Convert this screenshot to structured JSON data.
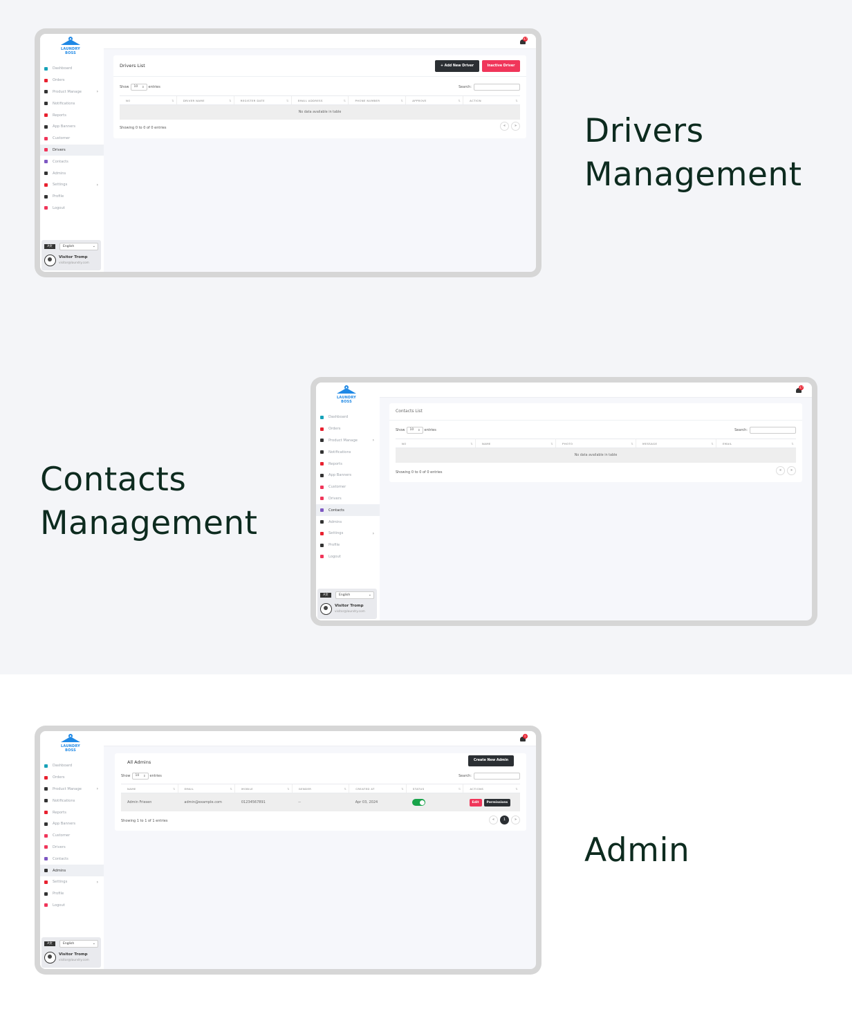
{
  "headings": {
    "drivers": [
      "Drivers",
      "Management"
    ],
    "contacts": [
      "Contacts",
      "Management"
    ],
    "admin": [
      "Admin"
    ]
  },
  "brand": {
    "logo_text": "LAUNDRY BOSS"
  },
  "notifications": {
    "count": "47",
    "count_admin": "0"
  },
  "sidebar": {
    "items": [
      {
        "label": "Dashboard",
        "color": "#17a2b8"
      },
      {
        "label": "Orders",
        "color": "#e8212f"
      },
      {
        "label": "Product Manage",
        "color": "#333333"
      },
      {
        "label": "Notifications",
        "color": "#333333"
      },
      {
        "label": "Reports",
        "color": "#e8212f"
      },
      {
        "label": "App Banners",
        "color": "#333333"
      },
      {
        "label": "Customer",
        "color": "#f0365a"
      },
      {
        "label": "Drivers",
        "color": "#f0365a"
      },
      {
        "label": "Contacts",
        "color": "#7e57c2"
      },
      {
        "label": "Admins",
        "color": "#333333"
      },
      {
        "label": "Settings",
        "color": "#e8212f"
      },
      {
        "label": "Profile",
        "color": "#333333"
      },
      {
        "label": "Logout",
        "color": "#f0365a"
      }
    ],
    "arrow": "›",
    "language": "English",
    "lang_icon": "A文",
    "user_name": "Visitor Tromp",
    "user_email": "visitor@laundry.com"
  },
  "common": {
    "show": "Show",
    "length": "10",
    "entries": "entries",
    "search": "Search:",
    "prev": "«",
    "next": "»",
    "no_data": "No data available in table",
    "empty_info": "Showing 0 to 0 of 0 entries"
  },
  "drivers": {
    "title": "Drivers List",
    "add_button": "+ Add New Driver",
    "inactive_button": "Inactive Driver",
    "columns": [
      "No",
      "Driver Name",
      "Register Date",
      "Email Address",
      "Phone Number",
      "Approve",
      "Action"
    ]
  },
  "contacts": {
    "title": "Contacts List",
    "columns": [
      "No",
      "Name",
      "Photo",
      "Message",
      "Email"
    ]
  },
  "admins": {
    "title": "All Admins",
    "create_button": "Create New Admin",
    "columns": [
      "Name",
      "Email",
      "Mobile",
      "Gender",
      "Created At",
      "Status",
      "Actions"
    ],
    "row": {
      "name": "Admin Friesen",
      "email": "admin@example.com",
      "mobile": "01234567891",
      "gender": "--",
      "created_at": "Apr 03, 2024",
      "status": "on",
      "edit": "Edit",
      "permissions": "Permissions"
    },
    "info": "Showing 1 to 1 of 1 entries",
    "page": "1"
  }
}
